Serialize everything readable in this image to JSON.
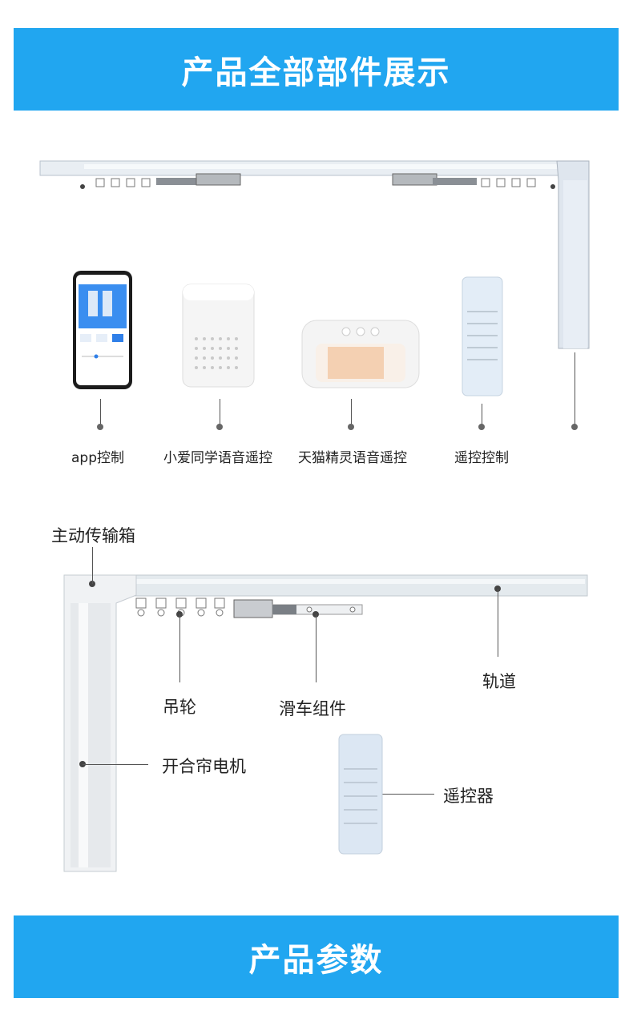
{
  "header": {
    "title": "产品全部部件展示"
  },
  "controls": {
    "app": "app控制",
    "xiaoai": "小爱同学语音遥控",
    "tmall": "天猫精灵语音遥控",
    "remote": "遥控控制"
  },
  "parts": {
    "gearbox": "主动传输箱",
    "hooks": "吊轮",
    "carriage": "滑车组件",
    "track": "轨道",
    "motor": "开合帘电机",
    "remote": "遥控器"
  },
  "footer": {
    "title": "产品参数"
  }
}
